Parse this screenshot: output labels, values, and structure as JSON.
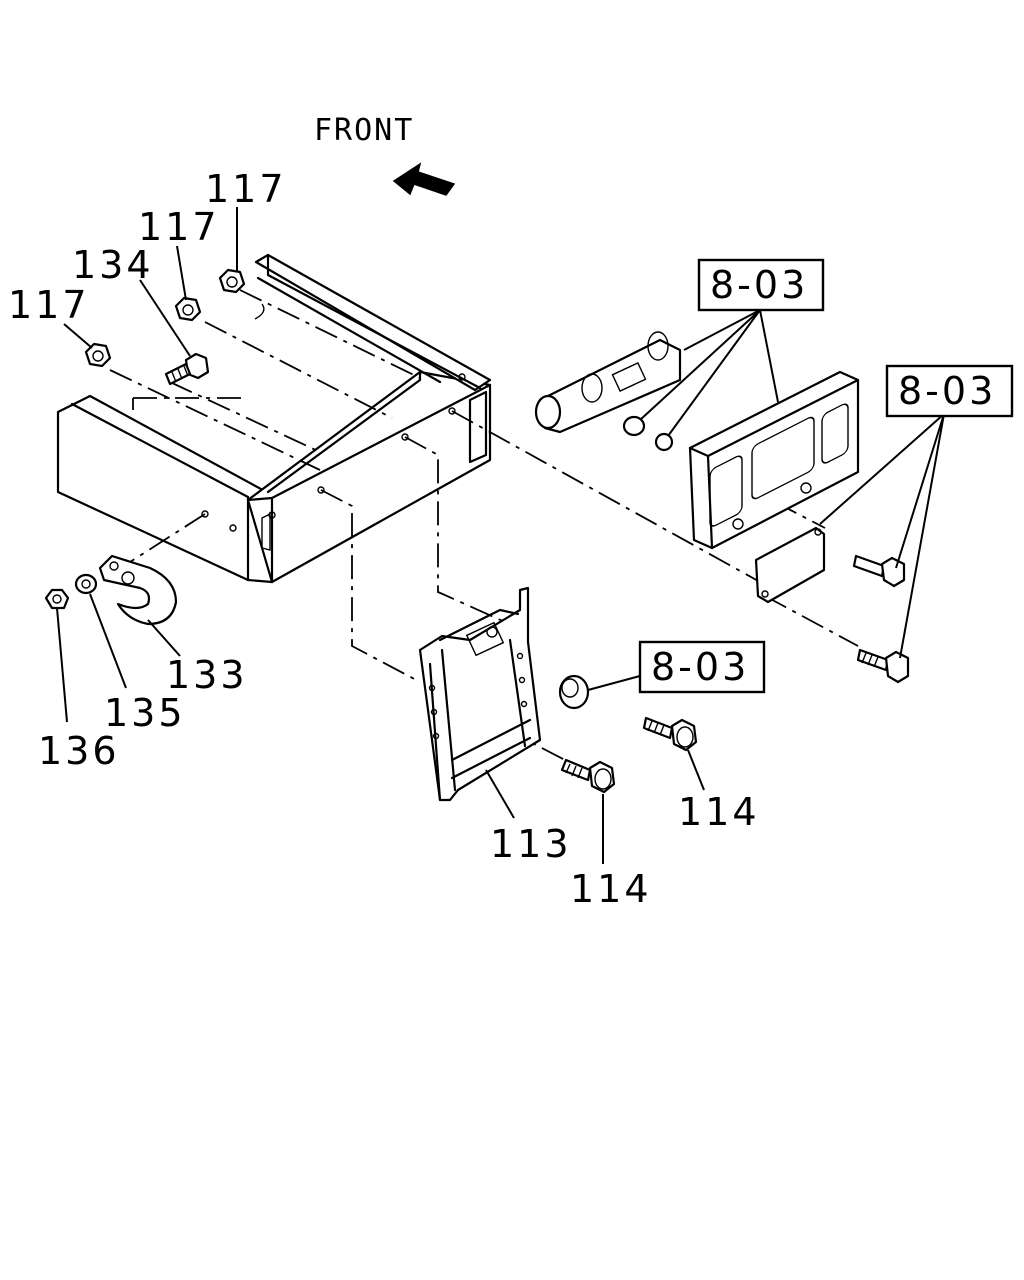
{
  "diagram": {
    "direction_label": "FRONT",
    "callouts": {
      "nut_117_top": "117",
      "nut_117_mid": "117",
      "nut_117_left": "117",
      "bolt_134": "134",
      "hook_133": "133",
      "washer_135": "135",
      "nut_136": "136",
      "bracket_113": "113",
      "bolt_114_lower": "114",
      "bolt_114_right": "114"
    },
    "ref_boxes": {
      "ref_upper": "8-03",
      "ref_right": "8-03",
      "ref_lower": "8-03"
    }
  }
}
